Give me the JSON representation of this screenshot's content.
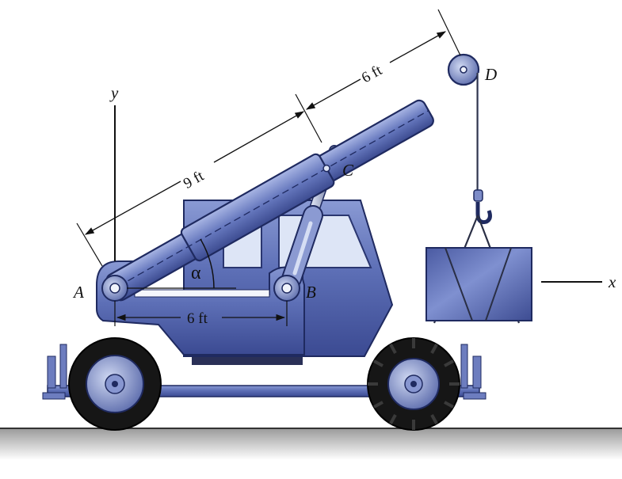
{
  "labels": {
    "point_a": "A",
    "point_b": "B",
    "point_c": "C",
    "point_d": "D",
    "axis_x": "x",
    "axis_y": "y",
    "angle": "α"
  },
  "dimensions": {
    "ab": "6 ft",
    "ac": "9 ft",
    "cd": "6 ft"
  },
  "colors": {
    "body_blue": "#5d6fb6",
    "body_dark": "#25326e",
    "tire": "#161616",
    "ground": "#8a8a8a",
    "window": "#dde5f6"
  }
}
